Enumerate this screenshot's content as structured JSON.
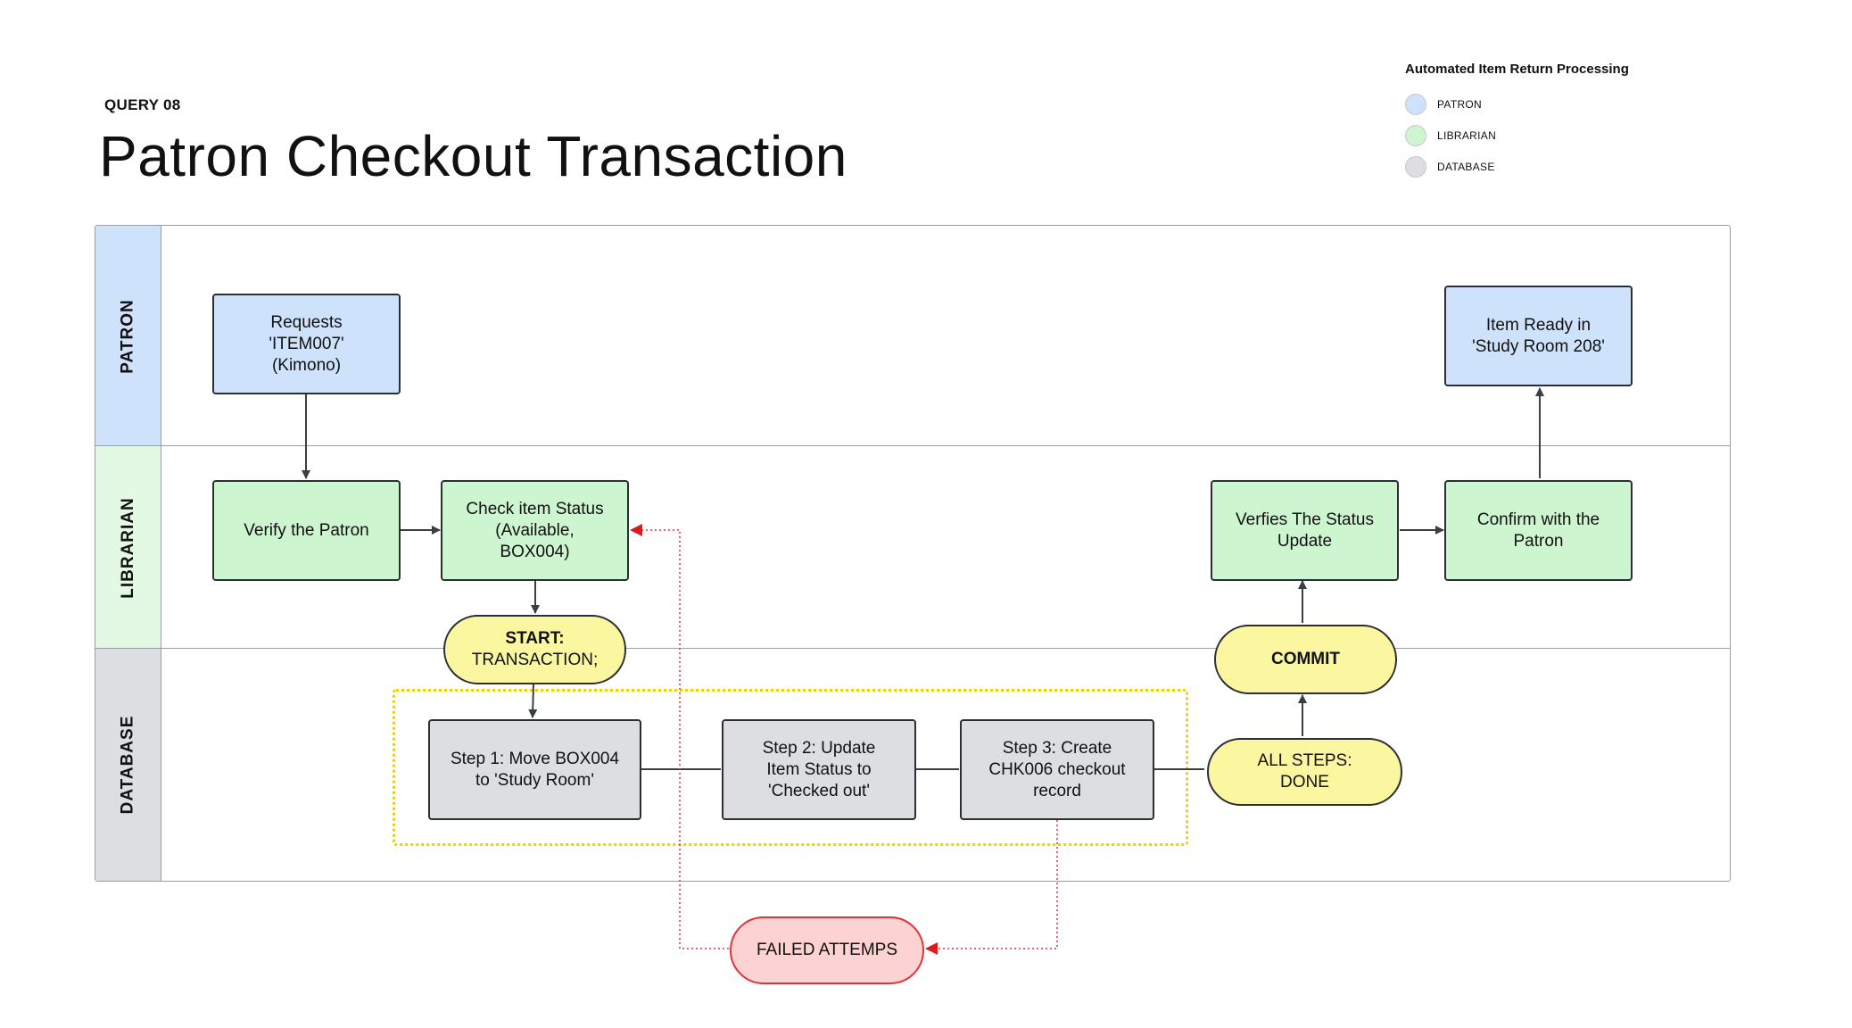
{
  "header": {
    "query_label": "QUERY 08",
    "title": "Patron Checkout Transaction"
  },
  "legend": {
    "title": "Automated Item Return Processing",
    "items": [
      {
        "label": "PATRON",
        "color": "#cfe2fb"
      },
      {
        "label": "LIBRARIAN",
        "color": "#cdf5cf"
      },
      {
        "label": "DATABASE",
        "color": "#dcdee1"
      }
    ]
  },
  "lanes": {
    "patron": "PATRON",
    "librarian": "LIBRARIAN",
    "database": "DATABASE"
  },
  "nodes": {
    "requests": "Requests\n'ITEM007'\n(Kimono)",
    "verify_patron": "Verify the Patron",
    "check_status": "Check item Status\n(Available,\nBOX004)",
    "start_bold": "START:",
    "start_rest": "TRANSACTION;",
    "step1": "Step 1: Move BOX004\nto 'Study Room'",
    "step2": "Step 2: Update\nItem Status to\n'Checked out'",
    "step3": "Step 3: Create\nCHK006 checkout\nrecord",
    "all_steps_line1": "ALL STEPS:",
    "all_steps_line2": "DONE",
    "commit": "COMMIT",
    "verifies_status": "Verfies The Status\nUpdate",
    "confirm_patron": "Confirm with the\nPatron",
    "item_ready": "Item Ready in\n'Study Room 208'",
    "failed": "FAILED ATTEMPS"
  },
  "colors": {
    "patron": "#cfe2fb",
    "librarian": "#cdf5cf",
    "database": "#dcdee1",
    "pill": "#fbf6a0",
    "failed": "#fcd2d2",
    "failed_stroke": "#e0323a",
    "transaction_box": "#f0d000"
  }
}
